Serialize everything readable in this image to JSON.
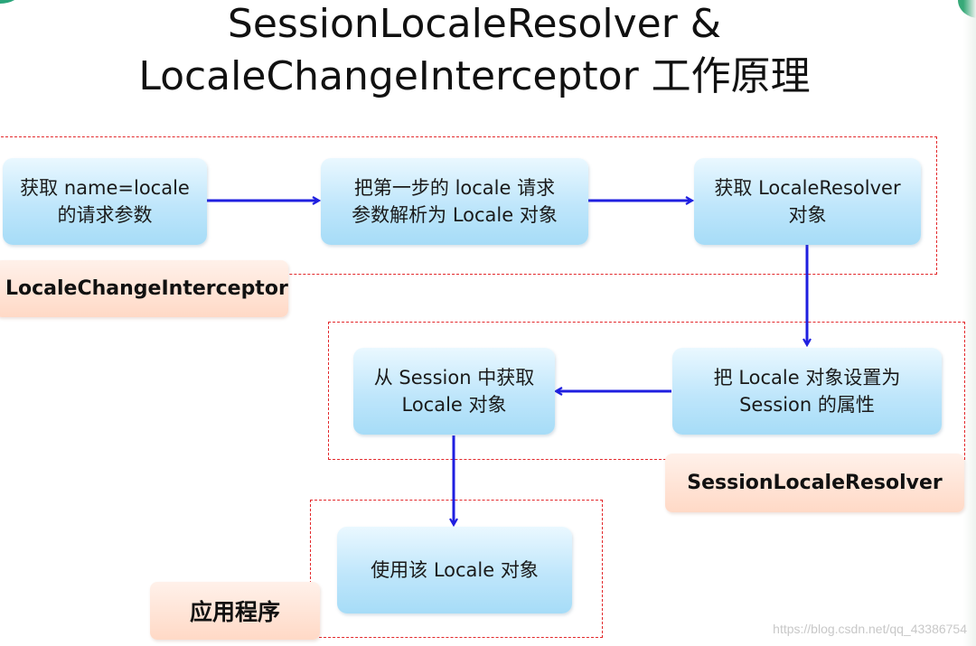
{
  "title": {
    "line1": "SessionLocaleResolver &",
    "line2": "LocaleChangeInterceptor 工作原理"
  },
  "steps": {
    "get_param": [
      "获取 name=locale",
      "的请求参数"
    ],
    "parse_locale": [
      "把第一步的 locale 请求",
      "参数解析为 Locale 对象"
    ],
    "get_resolver": [
      "获取 LocaleResolver",
      "对象"
    ],
    "set_session": [
      "把 Locale 对象设置为",
      "Session 的属性"
    ],
    "get_from_session": [
      "从 Session 中获取",
      "Locale 对象"
    ],
    "use_locale": [
      "使用该 Locale 对象"
    ]
  },
  "labels": {
    "interceptor": "LocaleChangeInterceptor",
    "resolver": "SessionLocaleResolver",
    "application": "应用程序"
  },
  "watermark": "https://blog.csdn.net/qq_43386754",
  "colors": {
    "arrow": "#1f1fe0",
    "dashed_border": "#e3282b",
    "box_fill": "#bfe6fb",
    "label_fill": "#ffd9c6"
  }
}
